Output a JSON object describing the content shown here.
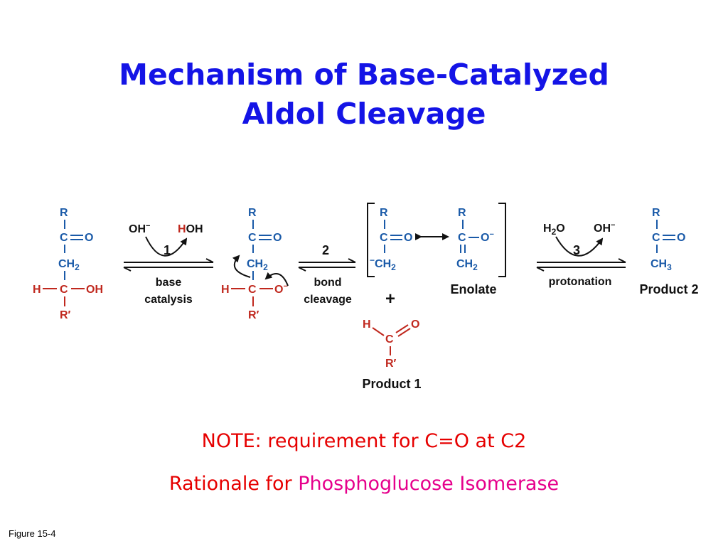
{
  "title": {
    "line1": "Mechanism of Base-Catalyzed",
    "line2": "Aldol Cleavage"
  },
  "colors": {
    "title": "#1414e6",
    "carbon_chain": "#1a5aa8",
    "hydroxyl_red": "#c0281e",
    "note_red": "#e60000",
    "enzyme_pink": "#e6008c"
  },
  "atoms": {
    "R": "R",
    "C": "C",
    "O": "O",
    "H": "H",
    "CH2": "CH",
    "CH3": "CH",
    "sub2": "2",
    "sub3": "3",
    "OH": "OH",
    "Rprime": "R′",
    "Ominus": "O",
    "minus": "−"
  },
  "scheme": {
    "step1": {
      "number": "1",
      "label_line1": "base",
      "label_line2": "catalysis",
      "reagent": "OH",
      "product_h": "H",
      "product_oh": "OH"
    },
    "step2": {
      "number": "2",
      "label_line1": "bond",
      "label_line2": "cleavage"
    },
    "step3": {
      "number": "3",
      "label": "protonation",
      "reagent_h2o": "H",
      "reagent_o": "O",
      "product": "OH"
    },
    "plus": "+",
    "enolate_label": "Enolate",
    "product1_label": "Product 1",
    "product2_label": "Product 2"
  },
  "note": "NOTE: requirement for C=O at C2",
  "rationale": {
    "prefix": "Rationale for ",
    "enzyme": "Phosphoglucose Isomerase"
  },
  "figure_label": "Figure 15-4"
}
